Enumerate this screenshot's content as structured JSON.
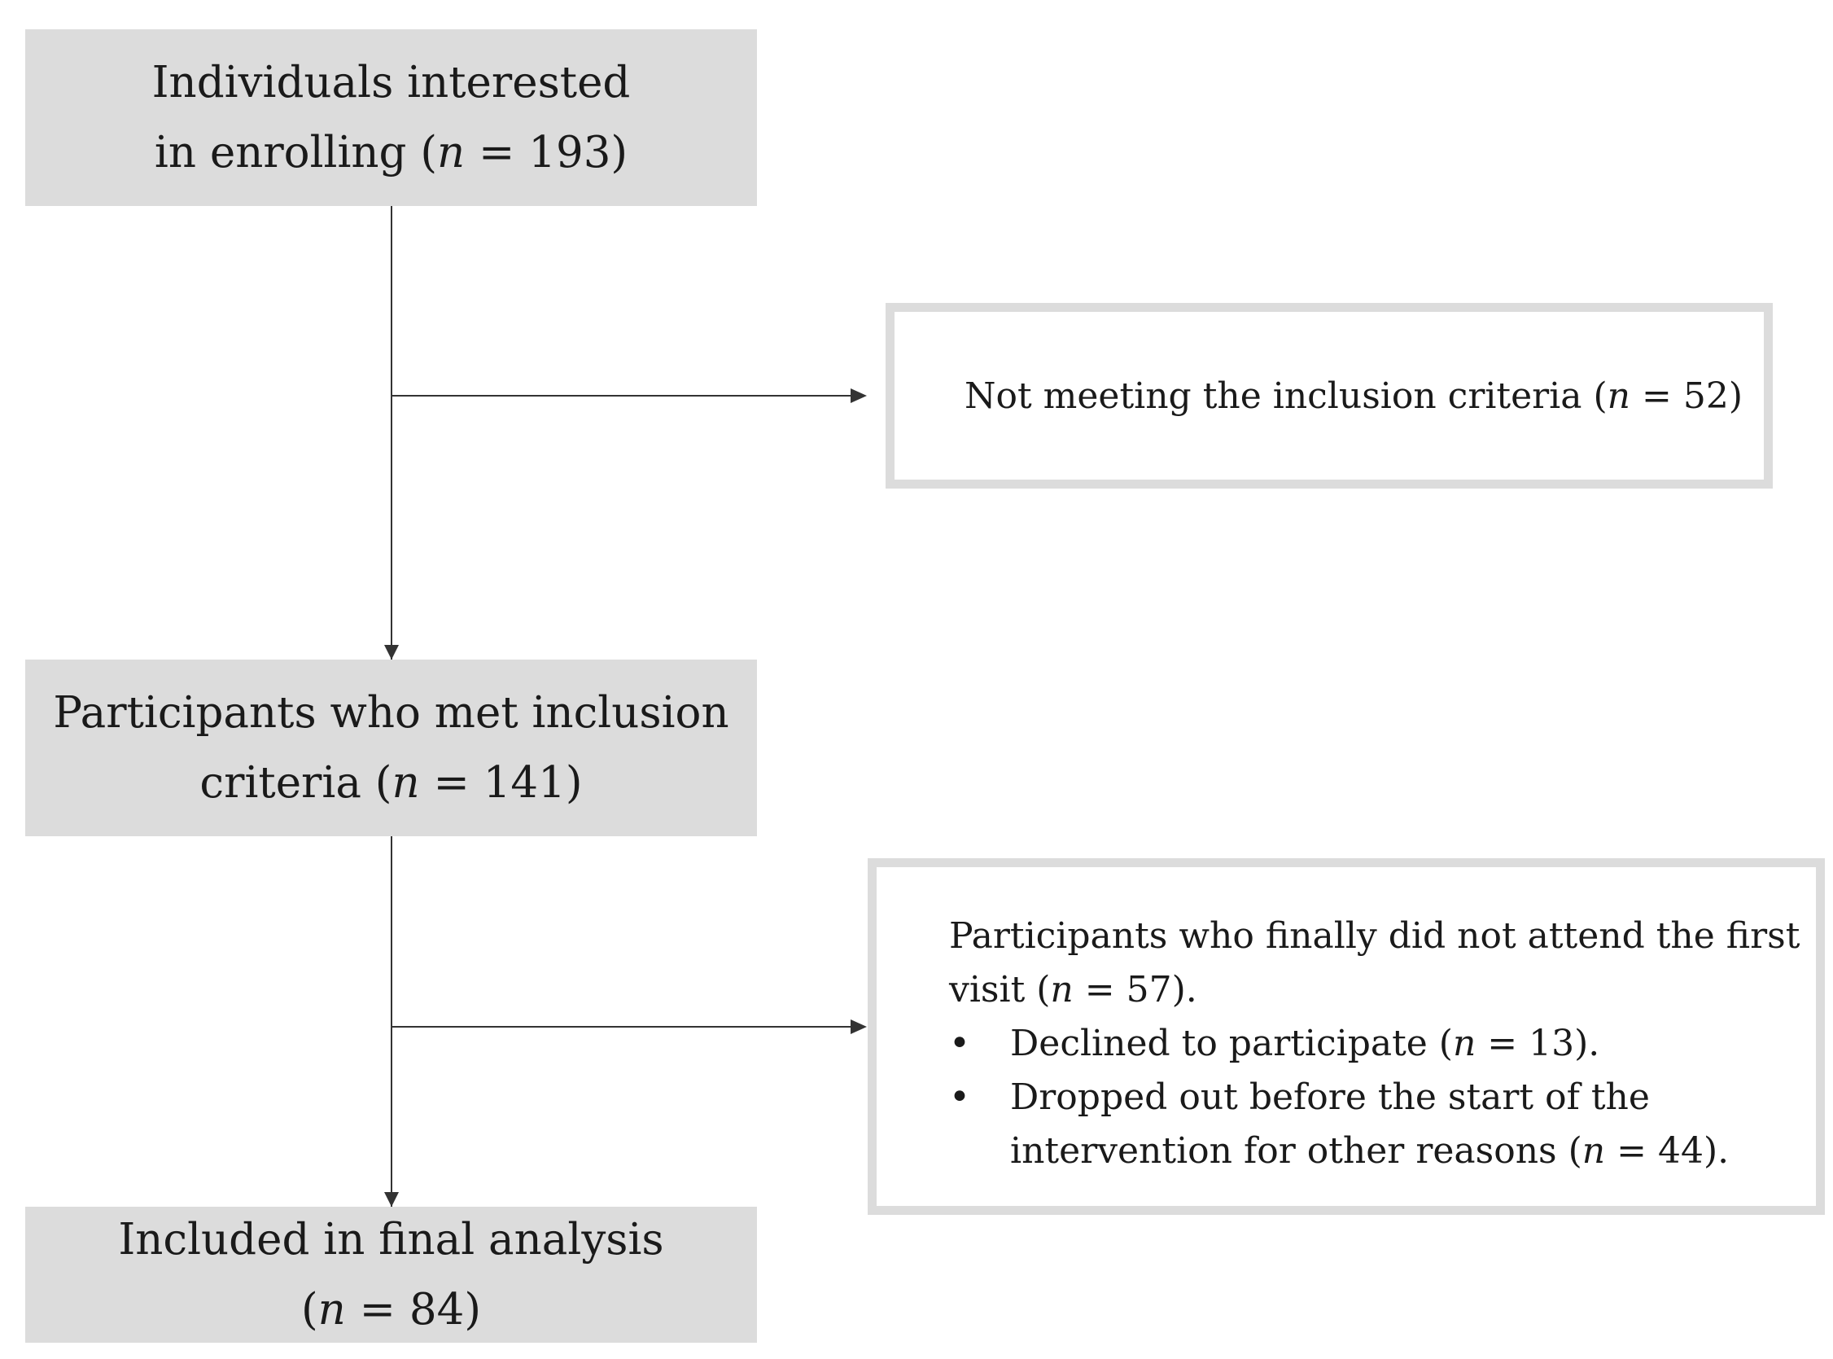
{
  "boxes": {
    "enrolling": {
      "line1": "Individuals interested",
      "line2_pre": "in enrolling (",
      "n_var": "n",
      "line2_post": " = 193)"
    },
    "met_criteria": {
      "line1": "Participants who met inclusion",
      "line2_pre": "criteria (",
      "n_var": "n",
      "line2_post": " = 141)"
    },
    "final": {
      "line1": "Included in final analysis",
      "line2_pre": "(",
      "n_var": "n",
      "line2_post": " = 84)"
    },
    "not_meeting": {
      "text_pre": "Not meeting the inclusion criteria (",
      "n_var": "n",
      "text_post": " = 52)"
    },
    "did_not_attend": {
      "head_line1": "Participants who finally did not attend the first",
      "head_line2_pre": "visit (",
      "n_var": "n",
      "head_line2_post": " = 57).",
      "bullet_symbol": "•",
      "bullets": [
        {
          "line1_pre": "Declined to participate (",
          "n_var": "n",
          "line1_post": " = 13).",
          "line2_pre": ""
        },
        {
          "line1_pre": "Dropped out before the start of the",
          "n_var": "n",
          "line1_post": "",
          "line2_pre": "intervention for other reasons (",
          "line2_post": " = 44)."
        }
      ]
    }
  },
  "colors": {
    "main_box_fill": "#dcdcdc",
    "side_box_border": "#dcdcdc",
    "connector": "#333333"
  }
}
